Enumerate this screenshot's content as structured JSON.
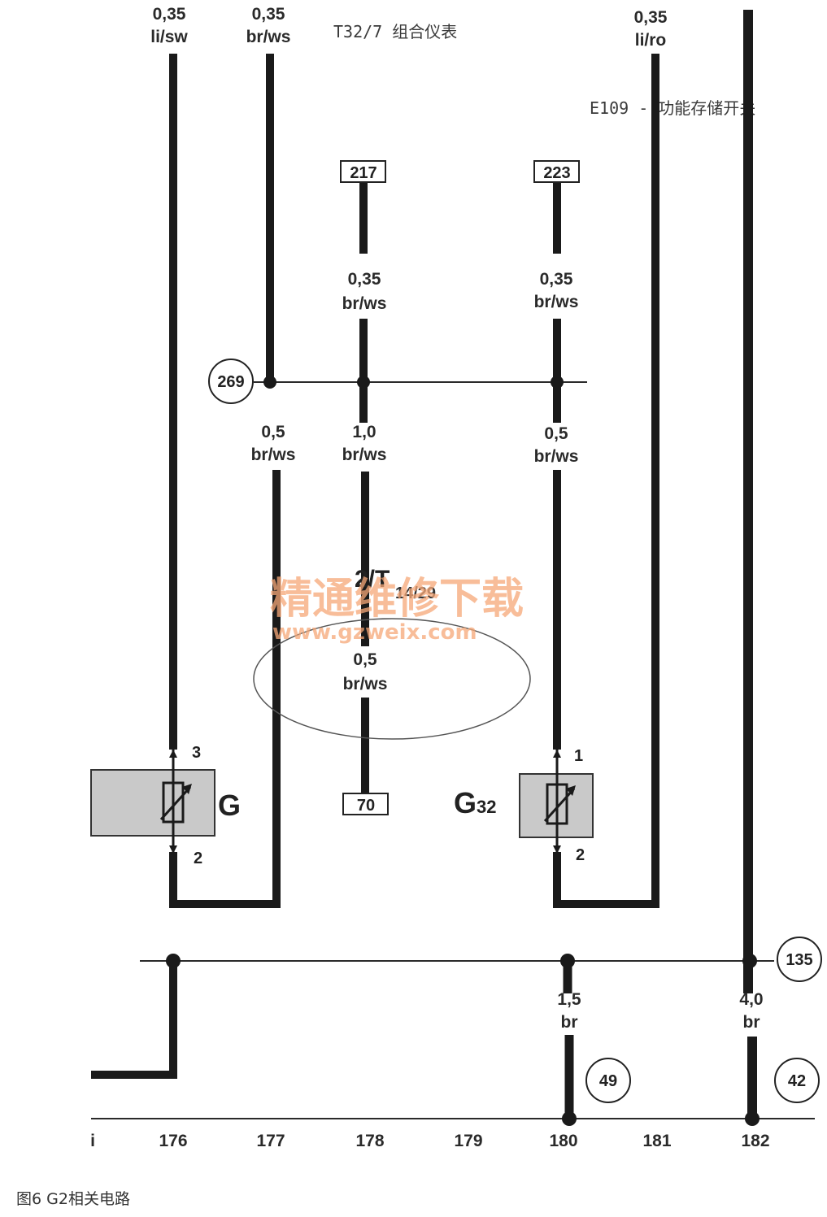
{
  "notes": {
    "t32": "T32/7 组合仪表",
    "e109": "E109 - 功能存储开关"
  },
  "wires": {
    "w176_top": [
      "0,35",
      "li/sw"
    ],
    "w177_top": [
      "0,35",
      "br/ws"
    ],
    "w181_top": [
      "0,35",
      "li/ro"
    ],
    "w178_upper": [
      "0,35",
      "br/ws"
    ],
    "w180_upper": [
      "0,35",
      "br/ws"
    ],
    "w177_mid": [
      "0,5",
      "br/ws"
    ],
    "w178_mid": [
      "1,0",
      "br/ws"
    ],
    "w180_mid": [
      "0,5",
      "br/ws"
    ],
    "w178_low": [
      "0,5",
      "br/ws"
    ],
    "w180_bottom": [
      "1,5",
      "br"
    ],
    "w182_bottom": [
      "4,0",
      "br"
    ]
  },
  "boxes": {
    "b217": "217",
    "b223": "223",
    "b70": "70"
  },
  "circles": {
    "c269": "269",
    "c135": "135",
    "c49": "49",
    "c42": "42"
  },
  "components": {
    "g": {
      "name": "G",
      "pin_top": "3",
      "pin_bottom": "2"
    },
    "g32": {
      "name": "G",
      "sub": "32",
      "pin_top": "1",
      "pin_bottom": "2"
    }
  },
  "overprint": {
    "main": "2/T",
    "small": "14/29"
  },
  "columns": [
    "176",
    "177",
    "178",
    "179",
    "180",
    "181",
    "182"
  ],
  "watermark": {
    "cn": "精通维修下载",
    "url": "www.gzweix.com"
  },
  "caption": "图6  G2相关电路"
}
